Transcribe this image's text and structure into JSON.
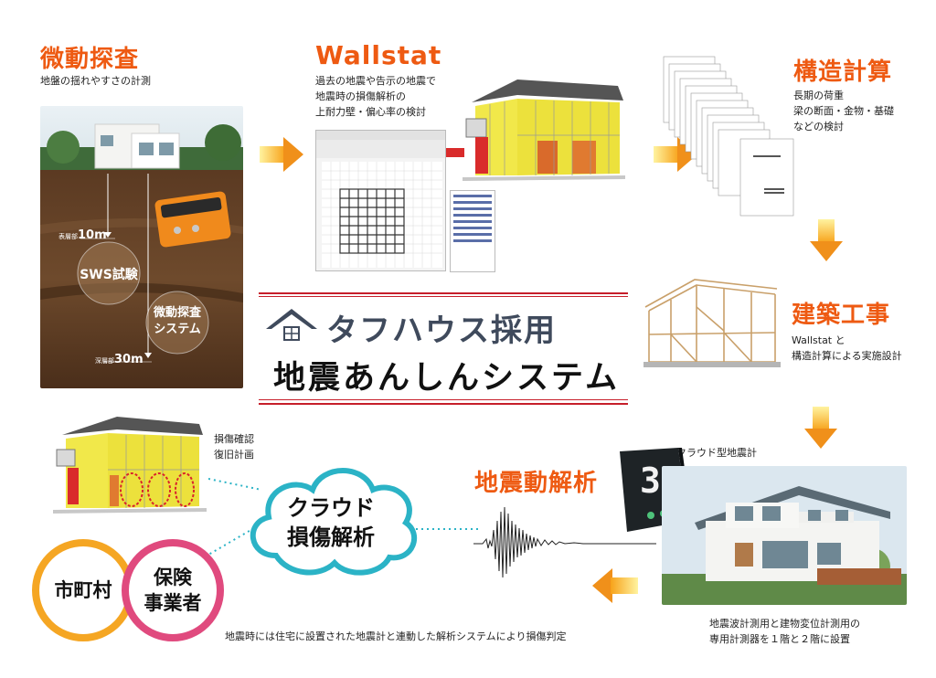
{
  "microtremor": {
    "title": "微動探査",
    "desc": "地盤の揺れやすさの計測",
    "depth_shallow_label": "表層部",
    "depth_shallow_value": "10m",
    "depth_deep_label": "深層部",
    "depth_deep_value": "30m",
    "sws_label": "SWS試験",
    "system_label_1": "微動探査",
    "system_label_2": "システム"
  },
  "wallstat": {
    "title": "Wallstat",
    "desc_1": "過去の地震や告示の地震で",
    "desc_2": "地震時の損傷解析の",
    "desc_3": "上耐力壁・偏心率の検討"
  },
  "structural": {
    "title": "構造計算",
    "desc_1": "長期の荷重",
    "desc_2": "梁の断面・金物・基礎",
    "desc_3": "などの検討"
  },
  "banner": {
    "title": "タフハウス採用",
    "subtitle": "地震あんしんシステム"
  },
  "construction": {
    "title": "建築工事",
    "desc_1": "Wallstat と",
    "desc_2": "構造計算による実施設計"
  },
  "seismic": {
    "title": "地震動解析",
    "device_label": "クラウド型地震計",
    "device_digit": "3",
    "desc_1": "地震波計測用と建物変位計測用の",
    "desc_2": "専用計測器を１階と２階に設置"
  },
  "cloud": {
    "line_1": "クラウド",
    "line_2": "損傷解析"
  },
  "damage": {
    "label_1": "損傷確認",
    "label_2": "復旧計画"
  },
  "parties": {
    "municipality": "市町村",
    "insurer_1": "保険",
    "insurer_2": "事業者"
  },
  "footer": {
    "note": "地震時には住宅に設置された地震計と連動した解析システムにより損傷判定"
  },
  "colors": {
    "accent_orange": "#ee5a12",
    "arrow_orange": "#f0901a",
    "banner_red": "#c61e2a",
    "cloud_teal": "#2bb3c6",
    "circle_orange": "#f5a623",
    "circle_pink": "#e04a7e"
  }
}
